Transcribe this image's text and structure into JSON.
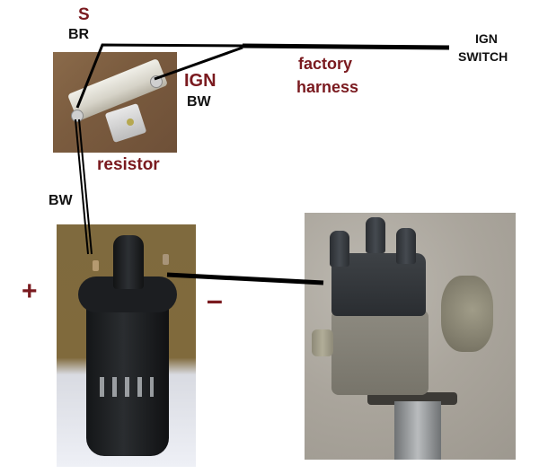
{
  "diagram": {
    "title": "Ignition wiring: resistor, coil and distributor",
    "labels": {
      "s": "S",
      "br": "BR",
      "ign": "IGN",
      "bw_top": "BW",
      "factory": "factory",
      "harness": "harness",
      "ign_switch_line1": "IGN",
      "ign_switch_line2": "SWITCH",
      "resistor": "resistor",
      "bw_left": "BW",
      "plus": "+",
      "minus": "–"
    },
    "components": [
      {
        "id": "resistor",
        "name": "Ballast resistor"
      },
      {
        "id": "coil",
        "name": "Ignition coil"
      },
      {
        "id": "distributor",
        "name": "Distributor"
      },
      {
        "id": "ign-switch",
        "name": "IGN SWITCH"
      }
    ],
    "connections": [
      {
        "from": "IGN SWITCH",
        "to": "resistor S terminal",
        "wire": "BR",
        "via": "factory harness"
      },
      {
        "from": "IGN SWITCH",
        "to": "resistor IGN terminal",
        "wire": "BW",
        "via": "factory harness"
      },
      {
        "from": "resistor S terminal",
        "to": "coil +",
        "wire": "BW"
      },
      {
        "from": "coil -",
        "to": "distributor",
        "wire": ""
      }
    ],
    "colors": {
      "label_red": "#7a1a1f",
      "label_black": "#111111",
      "wire": "#000000"
    }
  }
}
